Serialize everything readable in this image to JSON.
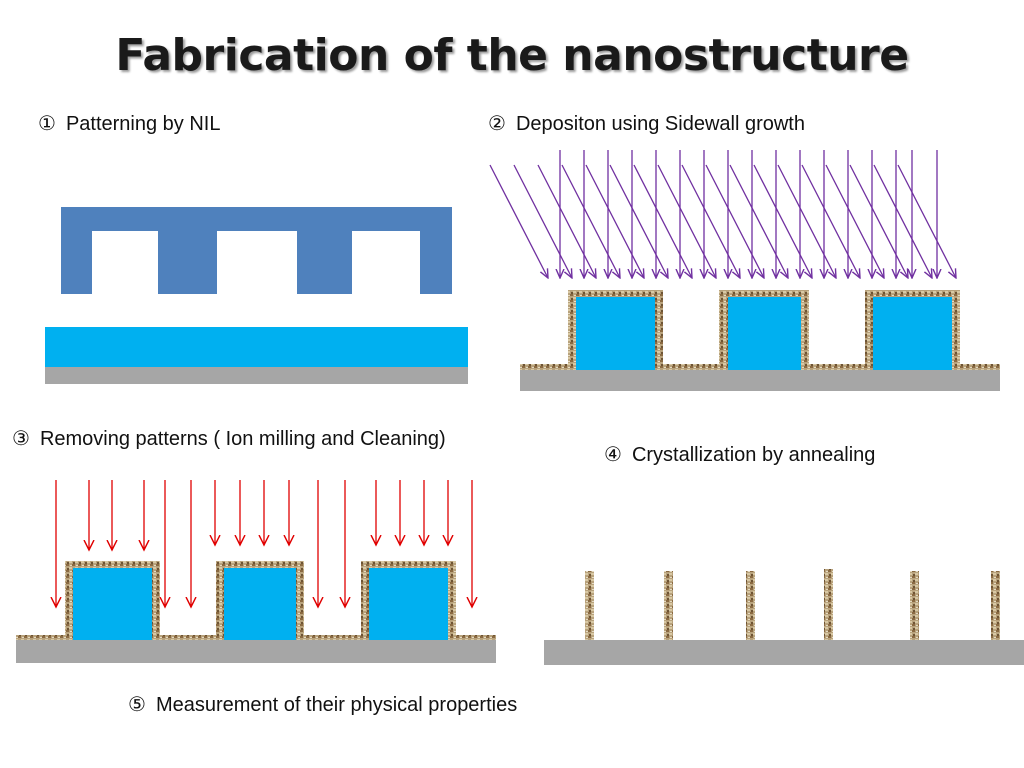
{
  "title": "Fabrication of the  nanostructure",
  "steps": [
    {
      "num": "①",
      "label": "Patterning by NIL"
    },
    {
      "num": "②",
      "label": "Depositon using Sidewall growth"
    },
    {
      "num": "③",
      "label": "Removing patterns ( Ion milling  and Cleaning)"
    },
    {
      "num": "④",
      "label": "Crystallization by annealing"
    },
    {
      "num": "⑤",
      "label": "Measurement of their physical  properties"
    }
  ],
  "colors": {
    "mold": "#4f81bd",
    "resist": "#00b0f0",
    "substrate": "#a6a6a6",
    "deposition_arrows": "#7030a0",
    "milling_arrows": "#e00000",
    "sidewall": "#b8a27c"
  }
}
